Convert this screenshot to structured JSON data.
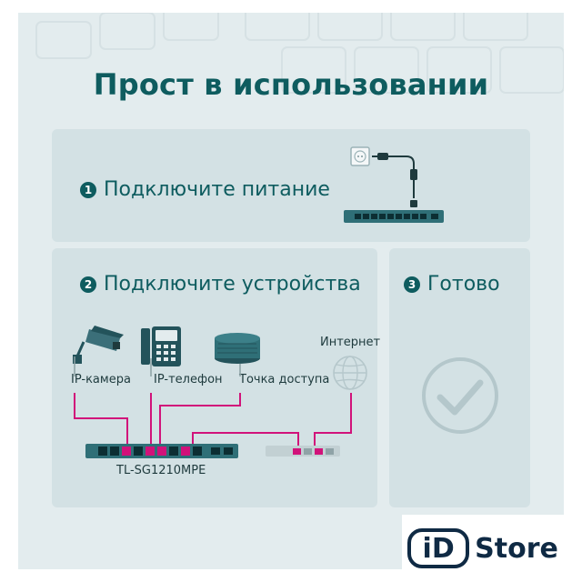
{
  "headline": "Прост в использовании",
  "steps": [
    {
      "number": "1",
      "label": "Подключите питание"
    },
    {
      "number": "2",
      "label": "Подключите устройства"
    },
    {
      "number": "3",
      "label": "Готово"
    }
  ],
  "devices": {
    "camera": "IP-камера",
    "phone": "IP-телефон",
    "access_point": "Точка доступа",
    "internet": "Интернет"
  },
  "switch_model": "TL-SG1210MPE",
  "badge": {
    "id": "iD",
    "store": "Store"
  },
  "colors": {
    "teal": "#0e5c5f",
    "panel": "#d3e1e4",
    "background": "#e3ecee",
    "cable": "#d1127a",
    "switch_body": "#2f6f77"
  },
  "icons": [
    "power-outlet-icon",
    "power-plug-icon",
    "ip-camera-icon",
    "ip-phone-icon",
    "access-point-icon",
    "globe-icon",
    "check-circle-icon"
  ]
}
